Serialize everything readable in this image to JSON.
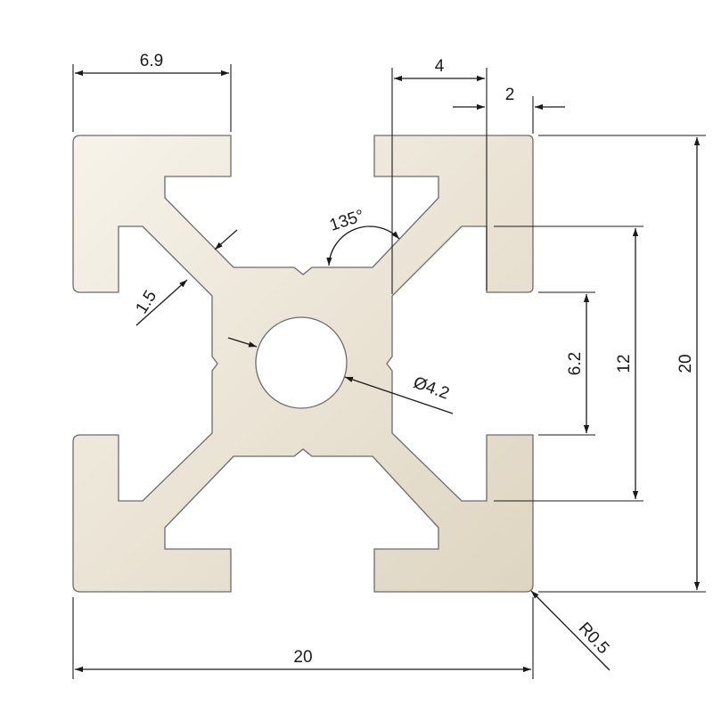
{
  "drawing": {
    "colors": {
      "profile_fill_light": "#f7f3ea",
      "profile_fill_dark": "#ded5c1",
      "outline": "#6b6b6b",
      "dimension": "#1a1a1a",
      "background": "#ffffff"
    },
    "dimensions": {
      "slot_lip_width": "6.9",
      "slot_offset": "4",
      "lip_thickness": "2",
      "angle": "135°",
      "wall_thickness": "1.5",
      "bore_diameter": "Ø4.2",
      "slot_opening": "6.2",
      "inner_slot_width": "12",
      "profile_height": "20",
      "profile_width": "20",
      "corner_radius": "R0.5"
    }
  }
}
